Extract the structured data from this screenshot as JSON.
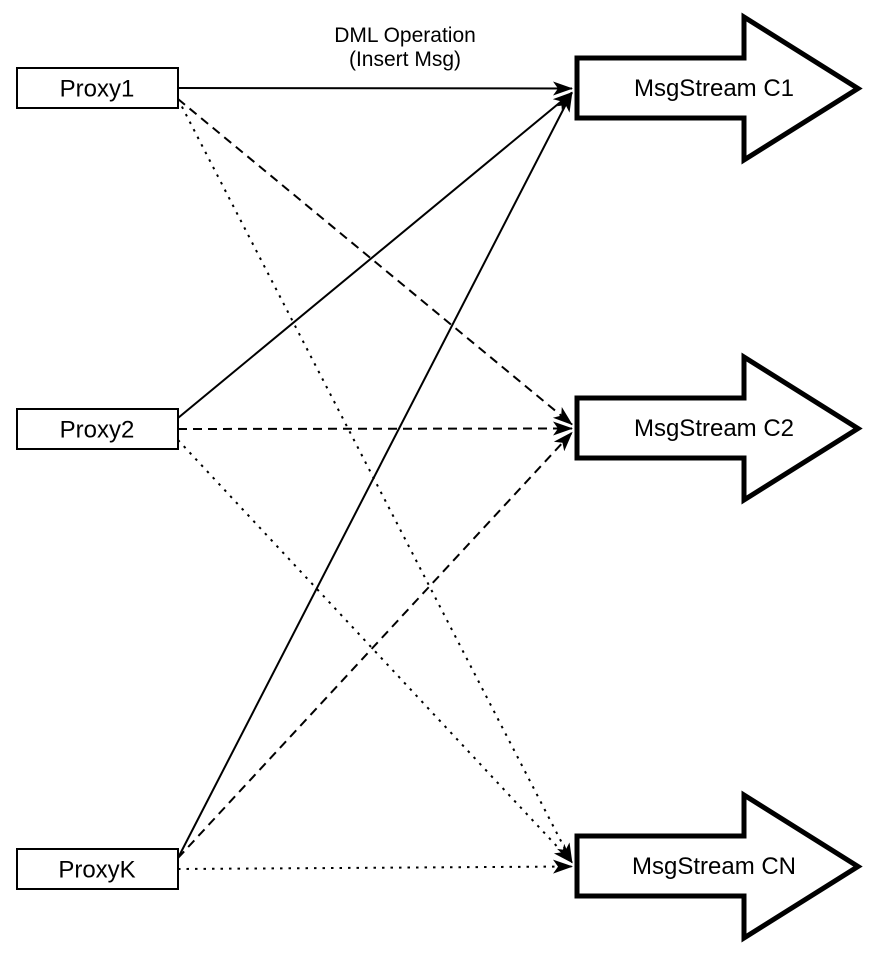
{
  "diagram": {
    "colors": {
      "ink": "#000000",
      "background": "#ffffff"
    },
    "edge_label": {
      "line1": "DML Operation",
      "line2": "(Insert Msg)"
    },
    "proxies": [
      {
        "id": "proxy1",
        "label": "Proxy1"
      },
      {
        "id": "proxy2",
        "label": "Proxy2"
      },
      {
        "id": "proxyk",
        "label": "ProxyK"
      }
    ],
    "streams": [
      {
        "id": "c1",
        "label": "MsgStream C1"
      },
      {
        "id": "c2",
        "label": "MsgStream C2"
      },
      {
        "id": "cn",
        "label": "MsgStream CN"
      }
    ],
    "edges": [
      {
        "from": "proxy1",
        "to": "c1",
        "style": "solid"
      },
      {
        "from": "proxy2",
        "to": "c1",
        "style": "solid"
      },
      {
        "from": "proxyk",
        "to": "c1",
        "style": "solid"
      },
      {
        "from": "proxy1",
        "to": "c2",
        "style": "dashed"
      },
      {
        "from": "proxy2",
        "to": "c2",
        "style": "dashed"
      },
      {
        "from": "proxyk",
        "to": "c2",
        "style": "dashed"
      },
      {
        "from": "proxy1",
        "to": "cn",
        "style": "dotted"
      },
      {
        "from": "proxy2",
        "to": "cn",
        "style": "dotted"
      },
      {
        "from": "proxyk",
        "to": "cn",
        "style": "dotted"
      }
    ]
  }
}
